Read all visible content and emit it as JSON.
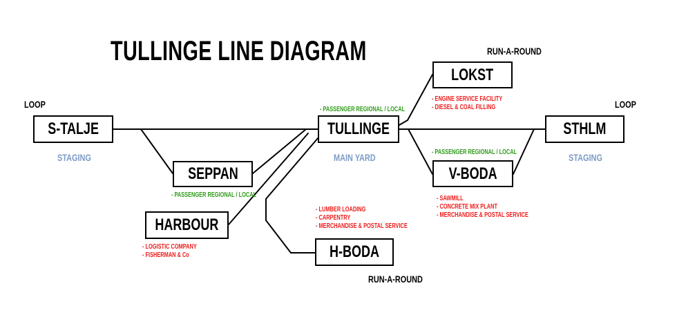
{
  "title": "TULLINGE LINE DIAGRAM",
  "stations": {
    "stalje": "S-TALJE",
    "tullinge": "TULLINGE",
    "sthlm": "STHLM",
    "seppan": "SEPPAN",
    "harbour": "HARBOUR",
    "hboda": "H-BODA",
    "lokst": "LOKST",
    "vboda": "V-BODA"
  },
  "labels": {
    "loop_left": "LOOP",
    "loop_right": "LOOP",
    "runaround_top": "RUN-A-ROUND",
    "runaround_bottom": "RUN-A-ROUND",
    "staging_left": "STAGING",
    "staging_right": "STAGING",
    "main_yard": "MAIN YARD"
  },
  "services": {
    "tullinge": "- PASSENGER REGIONAL / LOCAL",
    "seppan": "- PASSENGER REGIONAL / LOCAL",
    "vboda": "- PASSENGER REGIONAL / LOCAL"
  },
  "industries": {
    "lokst": [
      "- ENGINE SERVICE FACILITY",
      "- DIESEL & COAL FILLING"
    ],
    "vboda": [
      "- SAWMILL",
      "- CONCRETE MIX PLANT",
      "- MERCHANDISE & POSTAL SERVICE"
    ],
    "hboda": [
      "- LUMBER LOADING",
      "- CARPENTRY",
      "- MERCHANDISE & POSTAL SERVICE"
    ],
    "harbour": [
      "- LOGISTIC COMPANY",
      "- FISHERMAN  & Co"
    ]
  },
  "colors": {
    "line": "#000000",
    "label_blue": "#7d9cc6",
    "label_green": "#2e9b1a",
    "label_red": "#ee1c1c"
  }
}
